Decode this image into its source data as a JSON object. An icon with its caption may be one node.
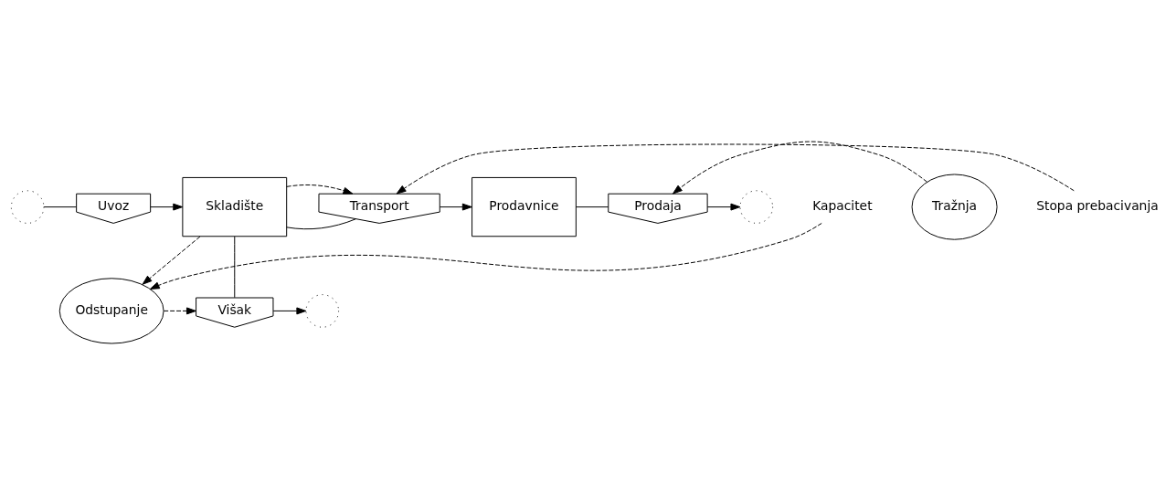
{
  "diagram": {
    "nodes": [
      {
        "text": [],
        "shape": "cloud"
      },
      {
        "text": [
          "Uvoz"
        ]
      },
      {
        "text": [
          "Skladište"
        ]
      },
      {
        "text": [
          "Transport"
        ]
      },
      {
        "text": [
          "Prodavnice"
        ]
      },
      {
        "text": [
          "Prodaja"
        ]
      },
      {
        "text": [],
        "shape": "cloud"
      },
      {
        "text": [
          "Stopa prebacivanja"
        ]
      },
      {
        "text": [
          "Odstupanje"
        ]
      },
      {
        "text": [
          "Tražnja"
        ]
      },
      {
        "text": [
          "Višak"
        ]
      },
      {
        "text": [],
        "shape": "cloud"
      },
      {
        "text": [
          "Kapacitet"
        ]
      }
    ],
    "edges": [
      {
        "from": 0,
        "to": 1,
        "arrow": "none"
      },
      {
        "from": 1,
        "to": 2,
        "arrow": "to"
      },
      {
        "from": 2,
        "to": 3,
        "arrow": "none"
      },
      {
        "from": 3,
        "to": 4,
        "arrow": "to"
      },
      {
        "from": 4,
        "to": 5,
        "arrow": "none"
      },
      {
        "from": 5,
        "to": 6,
        "arrow": "to"
      },
      {
        "from": 2,
        "to": 10,
        "arrow": "none"
      },
      {
        "from": 10,
        "to": 11,
        "arrow": "to"
      },
      {
        "from": 2,
        "to": 3,
        "arrow": "to",
        "style": "dashed"
      },
      {
        "from": 2,
        "to": 8,
        "arrow": "to",
        "style": "dashed"
      },
      {
        "from": 7,
        "to": 3,
        "arrow": "to",
        "style": "dashed"
      },
      {
        "from": 9,
        "to": 5,
        "arrow": "to",
        "style": "dashed"
      },
      {
        "from": 12,
        "to": 8,
        "arrow": "to",
        "style": "dashed"
      },
      {
        "from": 8,
        "to": 10,
        "arrow": "to",
        "style": "dashed"
      }
    ]
  }
}
